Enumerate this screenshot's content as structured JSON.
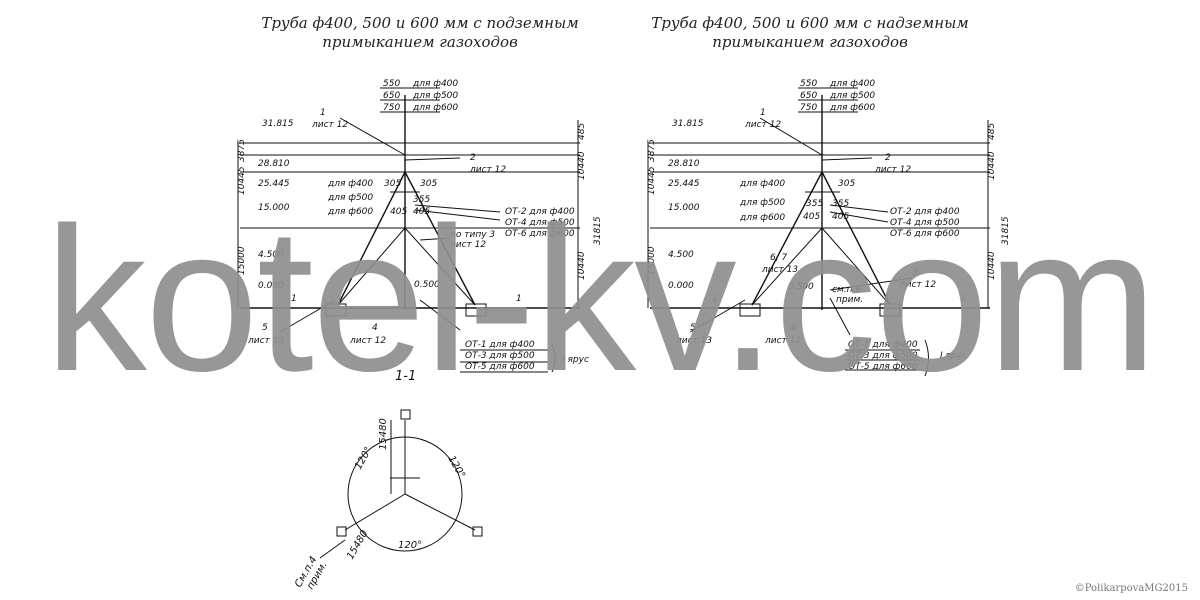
{
  "left": {
    "title_line1": "Труба ф400, 500 и 600 мм с подземным",
    "title_line2": "примыканием газоходов"
  },
  "right": {
    "title_line1": "Труба ф400, 500 и 600 мм с надземным",
    "title_line2": "примыканием газоходов"
  },
  "heights": {
    "h1": "550",
    "h1_label": "для ф400",
    "h2": "650",
    "h2_label": "для ф500",
    "h3": "750",
    "h3_label": "для ф600"
  },
  "levels": {
    "l1": "31.815",
    "l2": "28.810",
    "l3": "25.445",
    "l4": "15.000",
    "l5": "4.500",
    "l6": "0.000"
  },
  "dims": {
    "d_top": "3875",
    "d_mid": "10445",
    "d_low": "15000",
    "d_right_top": "10440",
    "d_right_low": "10440",
    "d_total": "31815",
    "d_small": "485",
    "d305": "305",
    "d355": "355",
    "d405": "405",
    "d500": "0.500"
  },
  "labels": {
    "sheet12_1": "1",
    "sheet12_1b": "лист 12",
    "sheet12_2": "2",
    "sheet12_2b": "лист 12",
    "for400": "для ф400",
    "for500": "для ф500",
    "for600": "для ф600",
    "ot2": "ОТ-2 для ф400",
    "ot4": "ОТ-4 для ф500",
    "ot6": "ОТ-6 для ф600",
    "ot1": "ОТ-1 для ф400",
    "ot3": "ОТ-3 для ф500",
    "ot5": "ОТ-5 для ф600",
    "tier": "I ярус",
    "typ3": "по типу 3",
    "typ3b": "лист 12",
    "s5": "5",
    "s5b": "лист 13",
    "s4": "4",
    "s4b": "лист 12",
    "s67": "6, 7",
    "s67b": "лист 13",
    "s3": "3",
    "s3b": "лист 12",
    "see": "см.п.е",
    "seeb": "прим.",
    "mark": "1"
  },
  "plan": {
    "section": "1-1",
    "angle": "120°",
    "dim": "15480",
    "note1": "См.п.4",
    "note2": "прим."
  },
  "watermark": "kotel-kv.com",
  "copyright": "©PolikarpovaMG2015"
}
